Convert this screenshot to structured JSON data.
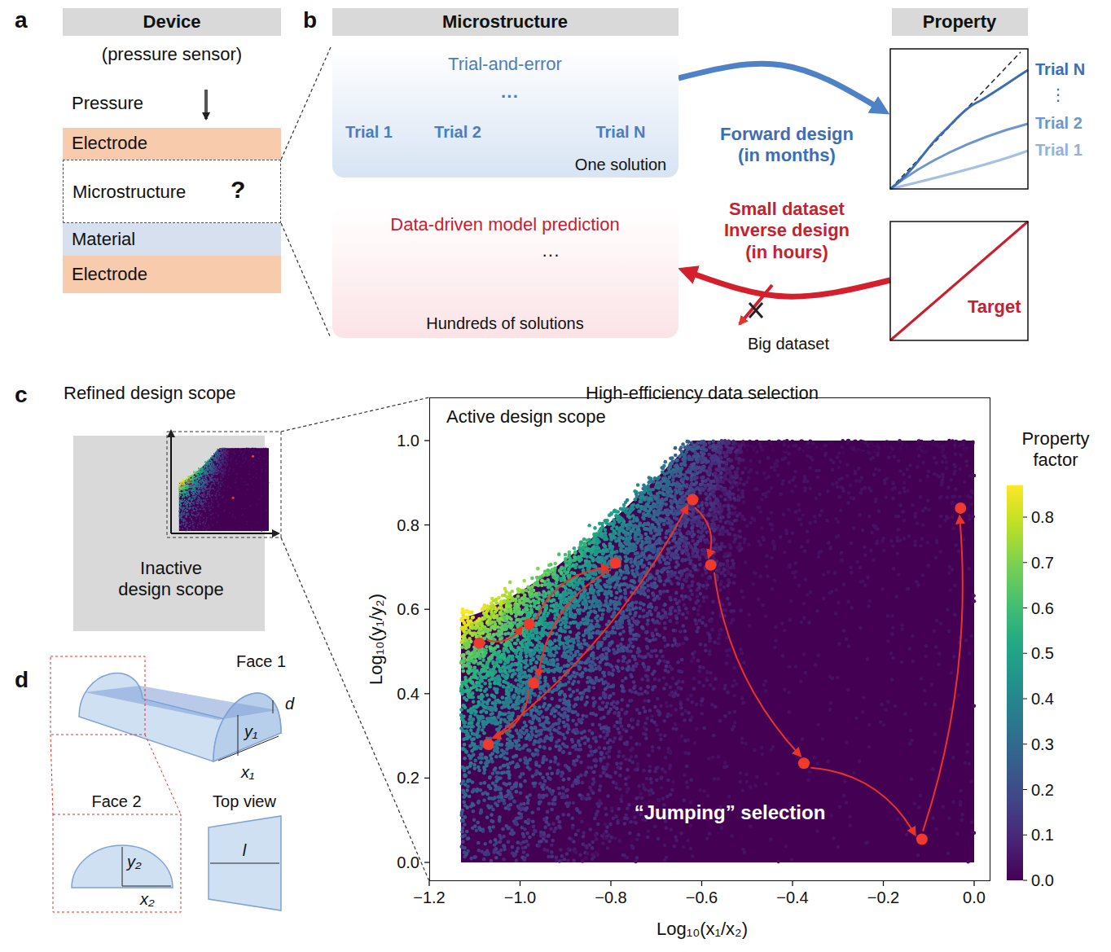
{
  "diagram": {
    "nodes": [
      {
        "text": [
          "Device"
        ]
      },
      {
        "text": [
          "Electrode"
        ]
      },
      {
        "text": [
          "Microstructure",
          "?"
        ]
      },
      {
        "text": [
          "Material"
        ]
      },
      {
        "text": [
          "Electrode"
        ]
      },
      {
        "text": [
          "Microstructure"
        ]
      },
      {
        "text": [
          "Property"
        ]
      },
      {
        "text": [
          "Trial-and-error"
        ]
      },
      {
        "text": [
          "Data-driven model prediction",
          "Hundreds of solutions"
        ]
      },
      {
        "text": [
          "Trial N",
          "⋮",
          "Trial 2",
          "Trial 1"
        ]
      },
      {
        "text": [
          "Target"
        ]
      },
      {
        "text": [
          "Inactive design scope"
        ]
      },
      {
        "text": [
          "Active design scope",
          "“Jumping” selection"
        ]
      }
    ],
    "edges": [
      {
        "from": 7,
        "to": 9,
        "arrow": "to",
        "label": "Forward design (in months)"
      },
      {
        "from": 10,
        "to": 8,
        "arrow": "to",
        "label": "Small dataset Inverse design (in hours)"
      }
    ],
    "labels": [
      "a",
      "(pressure sensor)",
      "Pressure",
      "b",
      "Trial 1",
      "Trial 2",
      "···",
      "Trial N",
      "One solution",
      "···",
      "Big dataset",
      "c",
      "Refined design scope",
      "High-efficiency data selection",
      "1.0",
      "0.8",
      "0.6",
      "0.4",
      "0.2",
      "0.0",
      "−1.2",
      "−1.0",
      "−0.8",
      "−0.6",
      "−0.4",
      "−0.2",
      "0.0",
      "Log₁₀(y₁/y₂)",
      "Log₁₀(x₁/x₂)",
      "Property factor",
      "0.8",
      "0.7",
      "0.6",
      "0.5",
      "0.4",
      "0.3",
      "0.2",
      "0.1",
      "0.0",
      "d",
      "Face 1",
      "d",
      "y₁",
      "x₁",
      "Face 2",
      "Top view",
      "y₂",
      "x₂",
      "l"
    ]
  }
}
